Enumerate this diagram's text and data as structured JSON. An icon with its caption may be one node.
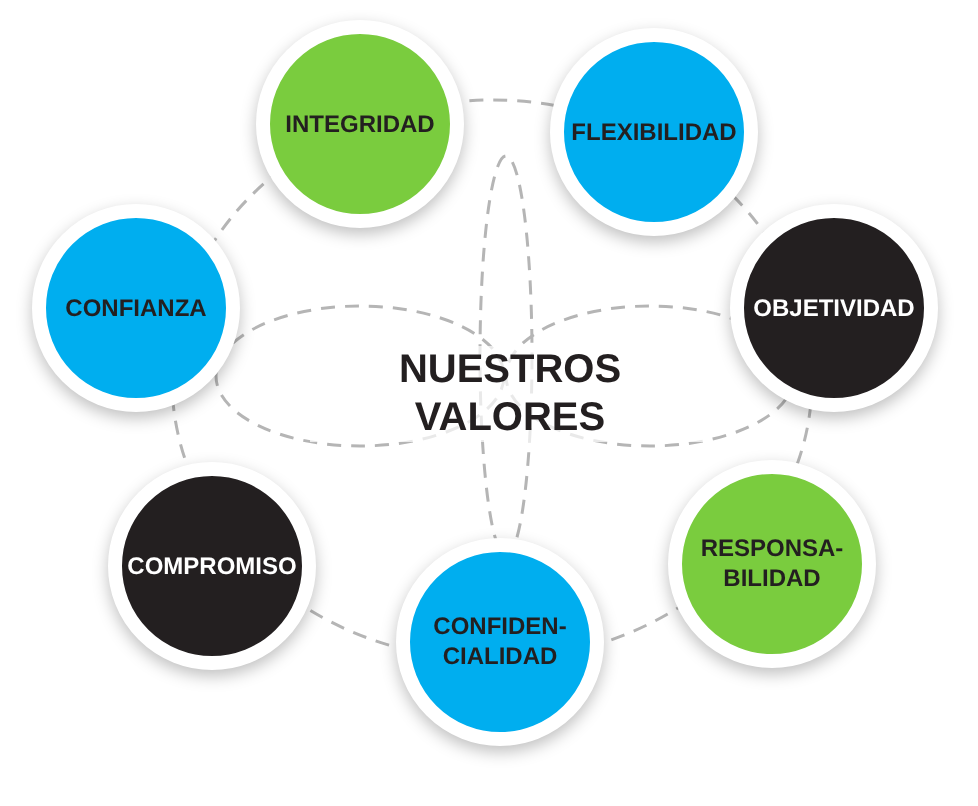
{
  "diagram": {
    "title": "NUESTROS VALORES",
    "nodes": [
      {
        "text": [
          "INTEGRIDAD"
        ]
      },
      {
        "text": [
          "FLEXIBILIDAD"
        ]
      },
      {
        "text": [
          "CONFIANZA"
        ]
      },
      {
        "text": [
          "OBJETIVIDAD"
        ]
      },
      {
        "text": [
          "COMPROMISO"
        ]
      },
      {
        "text": [
          "RESPONSA- BILIDAD"
        ]
      },
      {
        "text": [
          "CONFIDEN- CIALIDAD"
        ]
      }
    ],
    "edges": []
  }
}
